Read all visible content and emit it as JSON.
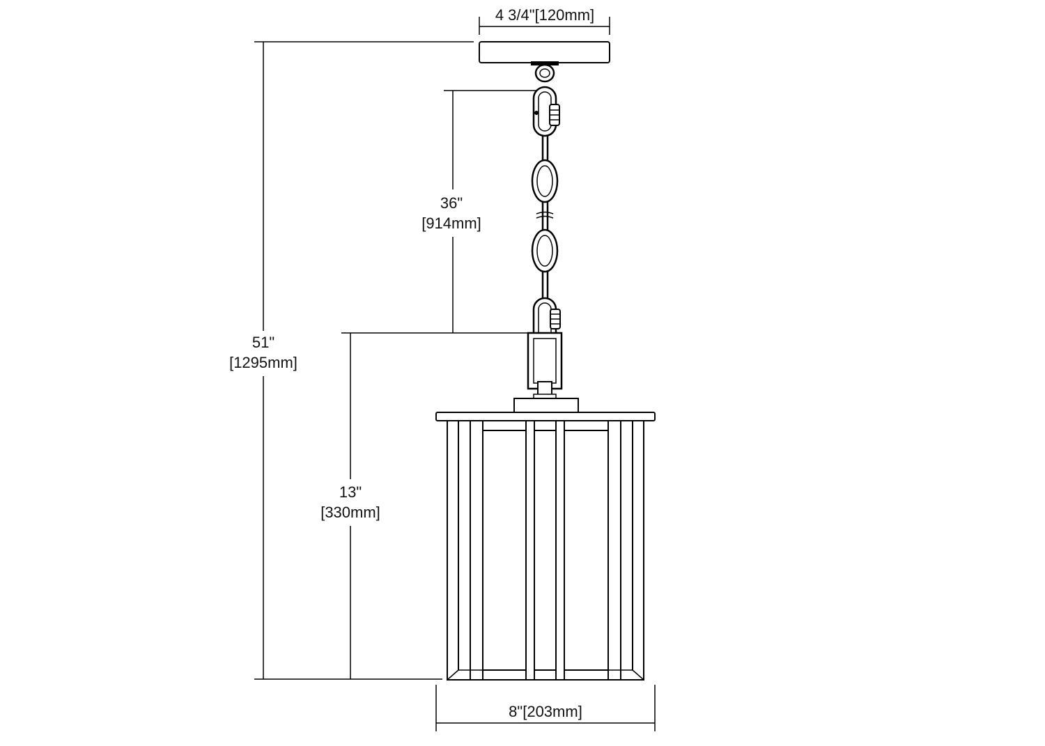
{
  "dimensions": {
    "canopy_width": "4 3/4\"[120mm]",
    "chain_length_in": "36\"",
    "chain_length_mm": "[914mm]",
    "overall_height_in": "51\"",
    "overall_height_mm": "[1295mm]",
    "lantern_height_in": "13\"",
    "lantern_height_mm": "[330mm]",
    "lantern_width": "8\"[203mm]"
  },
  "colors": {
    "line": "#000000",
    "background": "#ffffff"
  }
}
